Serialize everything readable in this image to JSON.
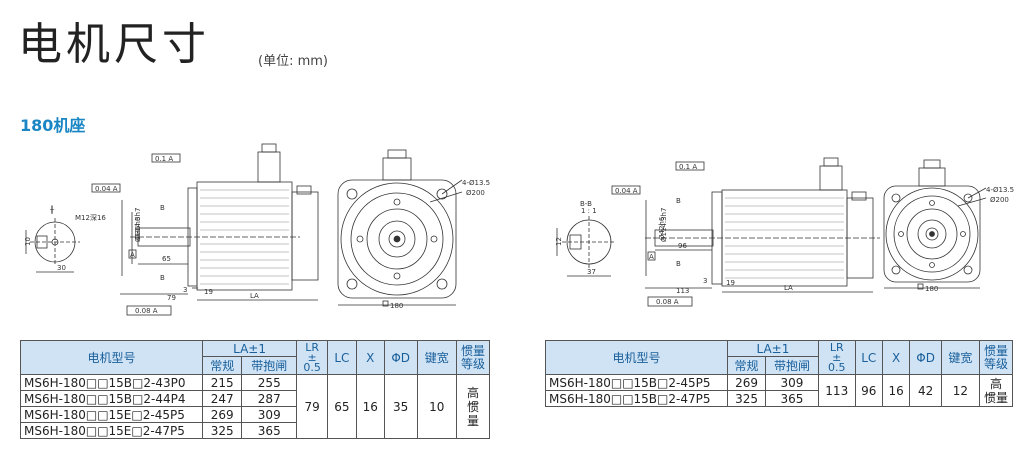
{
  "header": {
    "title": "电机尺寸",
    "unit": "(单位: mm)"
  },
  "section": {
    "label": "180机座"
  },
  "drawing_left": {
    "tol_flatness": "0.1 A",
    "tol_perp": "0.04 A",
    "tol_round": "0.08 A",
    "key_h": "10",
    "key_w": "30",
    "thread": "M12深16",
    "dia_114": "Ø114.3h7",
    "dia_35": "Ø35h6",
    "len_65": "65",
    "len_79": "79",
    "len_3": "3",
    "len_19": "19",
    "len_la": "LA",
    "label_b": "B",
    "label_a": "A",
    "hole": "4-Ø13.5",
    "pcd": "Ø200",
    "sq": "180"
  },
  "drawing_right": {
    "tol_flatness": "0.1 A",
    "tol_perp": "0.04 A",
    "tol_round": "0.08 A",
    "section_label": "B-B",
    "scale": "1 : 1",
    "key_h": "12",
    "key_w": "37",
    "dia_114": "Ø114.3h7",
    "dia_42": "Ø42h6",
    "len_96": "96",
    "len_113": "113",
    "len_3": "3",
    "len_19": "19",
    "len_la": "LA",
    "label_b": "B",
    "label_a": "A",
    "hole": "4-Ø13.5",
    "pcd": "Ø200",
    "sq": "180"
  },
  "table_left": {
    "headers": {
      "model": "电机型号",
      "la": "LA±1",
      "la_std": "常规",
      "la_brake": "带抱闸",
      "lr_top": "LR",
      "lr_pm": "±",
      "lr_bot": "0.5",
      "lc": "LC",
      "x": "X",
      "d": "ΦD",
      "key": "键宽",
      "inertia": "惯量等级"
    },
    "rows": [
      {
        "model": "MS6H-180□□15B□2-43P0",
        "std": "215",
        "brake": "255"
      },
      {
        "model": "MS6H-180□□15B□2-44P4",
        "std": "247",
        "brake": "287"
      },
      {
        "model": "MS6H-180□□15E□2-45P5",
        "std": "269",
        "brake": "309"
      },
      {
        "model": "MS6H-180□□15E□2-47P5",
        "std": "325",
        "brake": "365"
      }
    ],
    "shared": {
      "lr": "79",
      "lc": "65",
      "x": "16",
      "d": "35",
      "key": "10",
      "inertia_1": "高",
      "inertia_2": "惯",
      "inertia_3": "量"
    }
  },
  "table_right": {
    "headers": {
      "model": "电机型号",
      "la": "LA±1",
      "la_std": "常规",
      "la_brake": "带抱闸",
      "lr_top": "LR",
      "lr_pm": "±",
      "lr_bot": "0.5",
      "lc": "LC",
      "x": "X",
      "d": "ΦD",
      "key": "键宽",
      "inertia": "惯量等级"
    },
    "rows": [
      {
        "model": "MS6H-180□□15B□2-45P5",
        "std": "269",
        "brake": "309"
      },
      {
        "model": "MS6H-180□□15B□2-47P5",
        "std": "325",
        "brake": "365"
      }
    ],
    "shared": {
      "lr": "113",
      "lc": "96",
      "x": "16",
      "d": "42",
      "key": "12",
      "inertia_1": "高",
      "inertia_2": "惯量"
    }
  },
  "colors": {
    "accent": "#1a86c4",
    "header_bg": "#cfe3f5"
  }
}
